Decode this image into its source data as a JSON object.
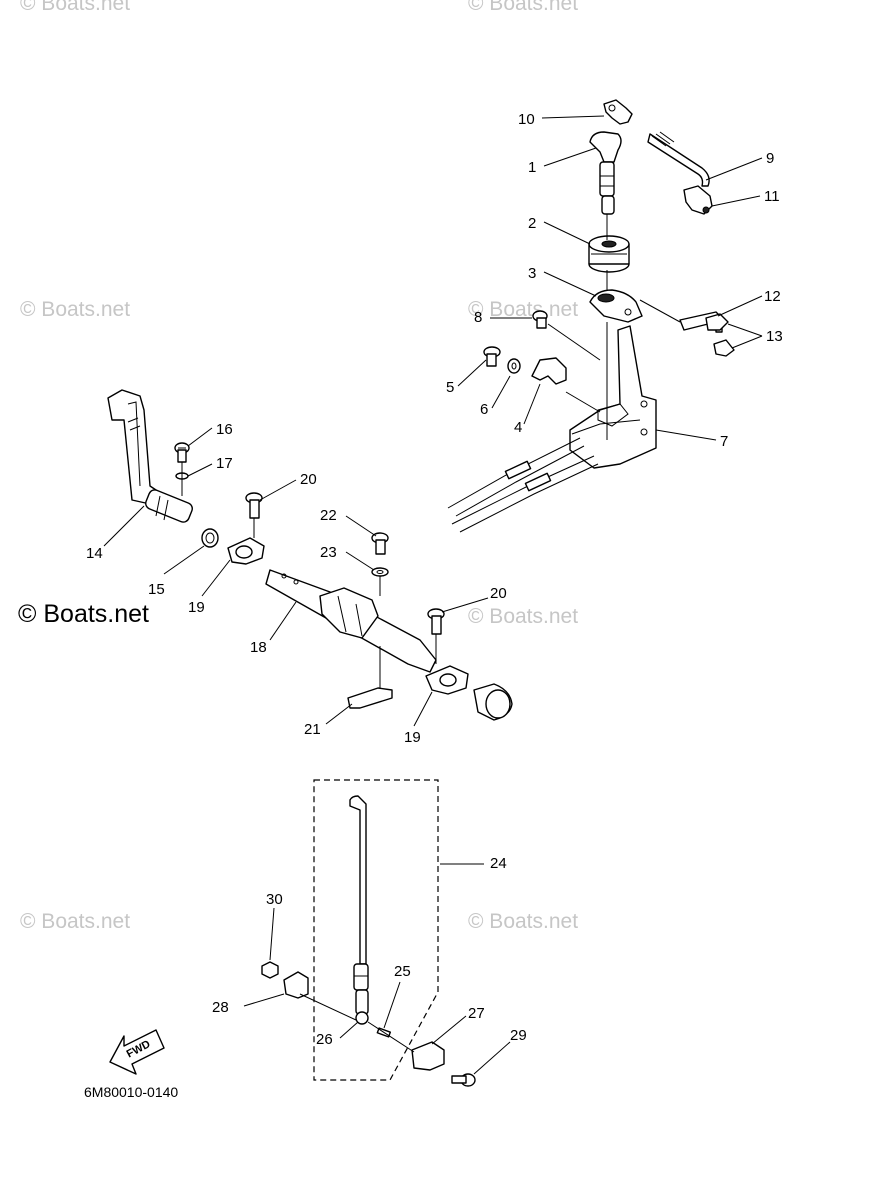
{
  "watermark": "© Boats.net",
  "diagram_code": "6M80010-0140",
  "fwd_label": "FWD",
  "callouts": [
    {
      "id": "c10",
      "text": "10"
    },
    {
      "id": "c1",
      "text": "1"
    },
    {
      "id": "c9",
      "text": "9"
    },
    {
      "id": "c11",
      "text": "11"
    },
    {
      "id": "c2",
      "text": "2"
    },
    {
      "id": "c3",
      "text": "3"
    },
    {
      "id": "c12",
      "text": "12"
    },
    {
      "id": "c8",
      "text": "8"
    },
    {
      "id": "c13",
      "text": "13"
    },
    {
      "id": "c5",
      "text": "5"
    },
    {
      "id": "c6",
      "text": "6"
    },
    {
      "id": "c4",
      "text": "4"
    },
    {
      "id": "c7",
      "text": "7"
    },
    {
      "id": "c16",
      "text": "16"
    },
    {
      "id": "c17",
      "text": "17"
    },
    {
      "id": "c20a",
      "text": "20"
    },
    {
      "id": "c22",
      "text": "22"
    },
    {
      "id": "c23",
      "text": "23"
    },
    {
      "id": "c14",
      "text": "14"
    },
    {
      "id": "c15",
      "text": "15"
    },
    {
      "id": "c19a",
      "text": "19"
    },
    {
      "id": "c20b",
      "text": "20"
    },
    {
      "id": "c18",
      "text": "18"
    },
    {
      "id": "c21",
      "text": "21"
    },
    {
      "id": "c19b",
      "text": "19"
    },
    {
      "id": "c24",
      "text": "24"
    },
    {
      "id": "c30",
      "text": "30"
    },
    {
      "id": "c25",
      "text": "25"
    },
    {
      "id": "c28",
      "text": "28"
    },
    {
      "id": "c27",
      "text": "27"
    },
    {
      "id": "c29",
      "text": "29"
    },
    {
      "id": "c26",
      "text": "26"
    }
  ]
}
